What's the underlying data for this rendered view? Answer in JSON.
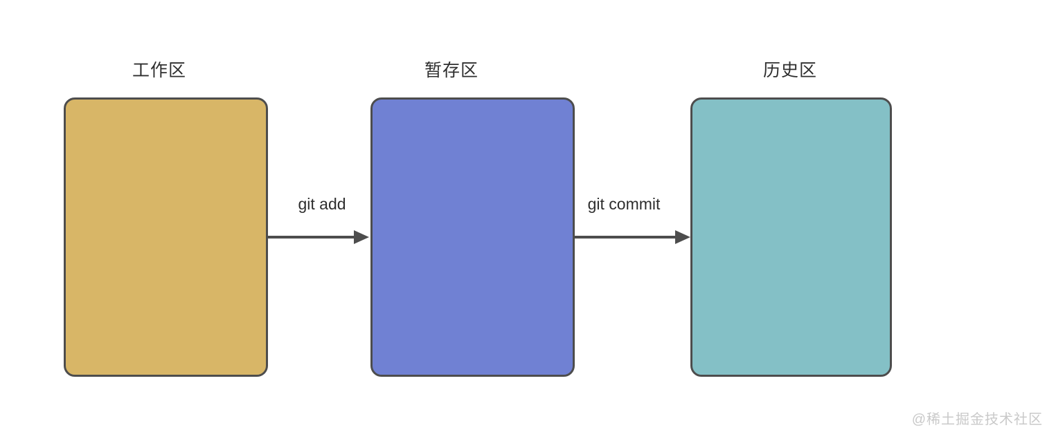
{
  "diagram": {
    "description_colors": {
      "stroke": "#4d4d4d",
      "text": "#2e2e2e",
      "background": "#ffffff"
    },
    "nodes": [
      {
        "label": "工作区",
        "fill": "#d8b667"
      },
      {
        "label": "暂存区",
        "fill": "#7081d3"
      },
      {
        "label": "历史区",
        "fill": "#84c0c6"
      }
    ],
    "arrows": [
      {
        "label": "git add"
      },
      {
        "label": "git commit"
      }
    ]
  },
  "watermark": {
    "text": "@稀土掘金技术社区",
    "color": "#c9c9c9"
  }
}
